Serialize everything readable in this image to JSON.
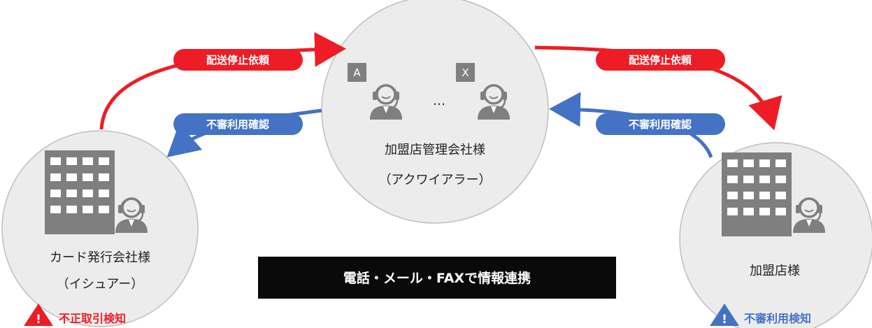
{
  "nodes": {
    "acquirer": {
      "title": "加盟店管理会社様",
      "subtitle": "（アクワイアラー）",
      "operator_a": "A",
      "operator_x": "X",
      "ellipsis": "…"
    },
    "issuer": {
      "title": "カード発行会社様",
      "subtitle": "（イシュアー）"
    },
    "merchant": {
      "title": "加盟店様"
    }
  },
  "flows": {
    "stop_request_left": "配送停止依頼",
    "stop_request_right": "配送停止依頼",
    "suspicious_check_left": "不審利用確認",
    "suspicious_check_right": "不審利用確認"
  },
  "alerts": {
    "fraud_detection": "不正取引検知",
    "suspicious_detection": "不審利用検知"
  },
  "banner": {
    "text": "電話・メール・FAXで情報連携"
  },
  "colors": {
    "red": "#ee1c25",
    "blue": "#4472c4",
    "circle_fill": "#ececec",
    "banner": "#0a0a0a"
  }
}
